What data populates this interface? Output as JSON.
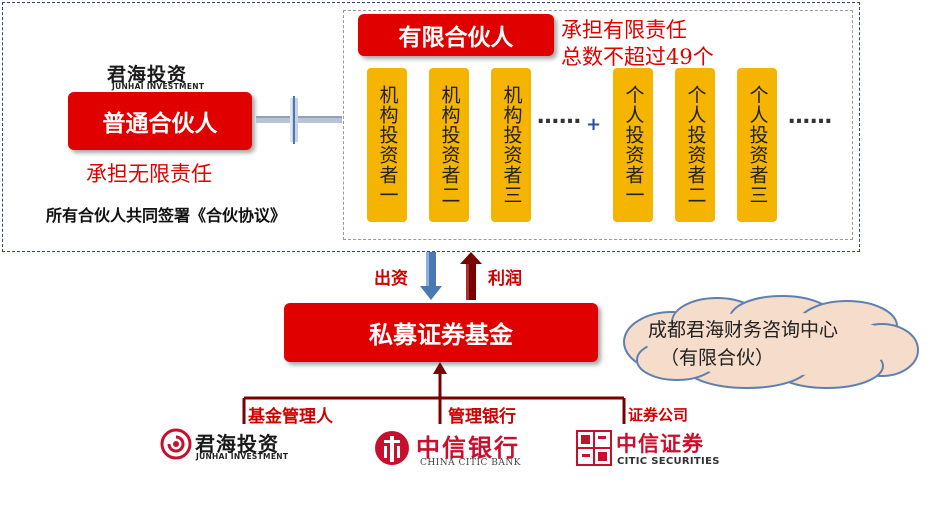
{
  "gp": {
    "logo_cn": "君海投资",
    "logo_en": "JUNHAI INVESTMENT",
    "box_label": "普通合伙人",
    "liability": "承担无限责任",
    "agreement": "所有合伙人共同签署《合伙协议》"
  },
  "lp": {
    "box_label": "有限合伙人",
    "note_line1": "承担有限责任",
    "note_line2": "总数不超过49个",
    "investors": [
      "机构投资者一",
      "机构投资者二",
      "机构投资者三",
      "个人投资者一",
      "个人投资者二",
      "个人投资者三"
    ],
    "ellipsis": "……",
    "plus": "+"
  },
  "flow": {
    "invest_label": "出资",
    "profit_label": "利润"
  },
  "fund": {
    "box_label": "私募证券基金"
  },
  "cloud": {
    "line1": "成都君海财务咨询中心",
    "line2": "（有限合伙）"
  },
  "roles": {
    "manager": "基金管理人",
    "custodian": "管理银行",
    "broker": "证券公司"
  },
  "logos": {
    "junhai_cn": "君海投资",
    "junhai_en": "JUNHAI INVESTMENT",
    "bank_cn": "中信银行",
    "bank_en": "CHINA CITIC BANK",
    "sec_cn": "中信证券",
    "sec_en": "CITIC SECURITIES"
  },
  "colors": {
    "red": "#e00000",
    "gold": "#f4b400",
    "arrow_blue": "#4a78b5",
    "arrow_darkred": "#7a0000"
  }
}
